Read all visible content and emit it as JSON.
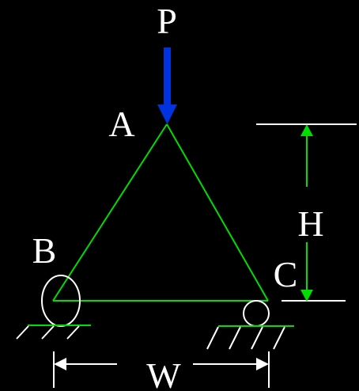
{
  "diagram": {
    "labels": {
      "load": "P",
      "joint_a": "A",
      "joint_b": "B",
      "joint_c": "C",
      "height": "H",
      "width": "W"
    },
    "colors": {
      "background": "#000000",
      "member": "#00dd00",
      "load_arrow": "#0033dd",
      "dimension_arrow": "#00dd00",
      "outline": "#ffffff",
      "text": "#ffffff"
    },
    "supports": {
      "b": "pin",
      "c": "roller"
    }
  }
}
